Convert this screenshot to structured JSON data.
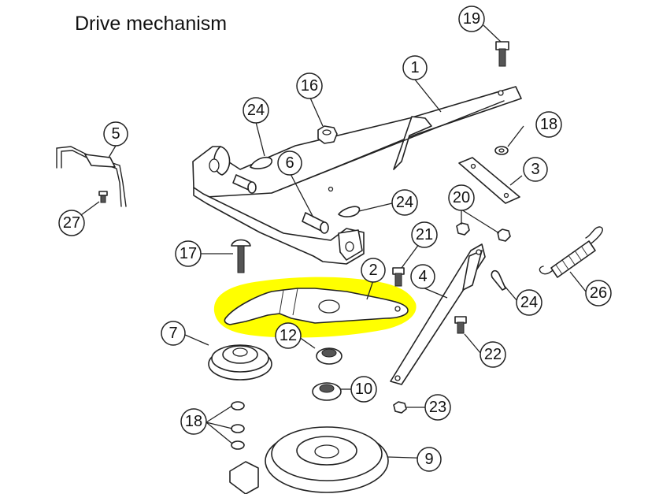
{
  "title": "Drive mechanism",
  "highlight_color": "#ffff00",
  "callouts": {
    "c1": "1",
    "c2": "2",
    "c3": "3",
    "c4": "4",
    "c5": "5",
    "c6": "6",
    "c7": "7",
    "c9": "9",
    "c10": "10",
    "c12": "12",
    "c16": "16",
    "c17": "17",
    "c18a": "18",
    "c18b": "18",
    "c19": "19",
    "c20": "20",
    "c21": "21",
    "c22": "22",
    "c23": "23",
    "c24a": "24",
    "c24b": "24",
    "c24c": "24",
    "c26": "26",
    "c27": "27"
  }
}
